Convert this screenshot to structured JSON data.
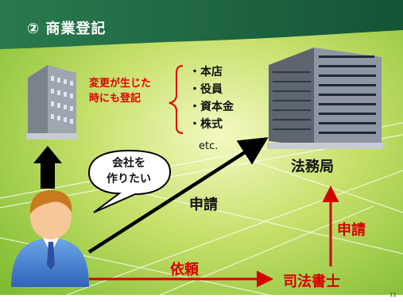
{
  "slide": {
    "title": "② 商業登記",
    "page_number": "11"
  },
  "note": {
    "line1": "変更が生じた",
    "line2": "時にも登記"
  },
  "registration_items": [
    "・本店",
    "・役員",
    "・資本金",
    "・株式"
  ],
  "registration_etc": "etc.",
  "speech_bubble": {
    "line1": "会社を",
    "line2": "作りたい"
  },
  "labels": {
    "legal_affairs_bureau": "法務局",
    "application_person": "申請",
    "application_scrivener": "申請",
    "request": "依頼",
    "judicial_scrivener": "司法書士"
  },
  "colors": {
    "title_bar": "#1f6b47",
    "background_green": "#8cc43a",
    "red_arrow": "#d40000",
    "black_arrow": "#000000"
  }
}
